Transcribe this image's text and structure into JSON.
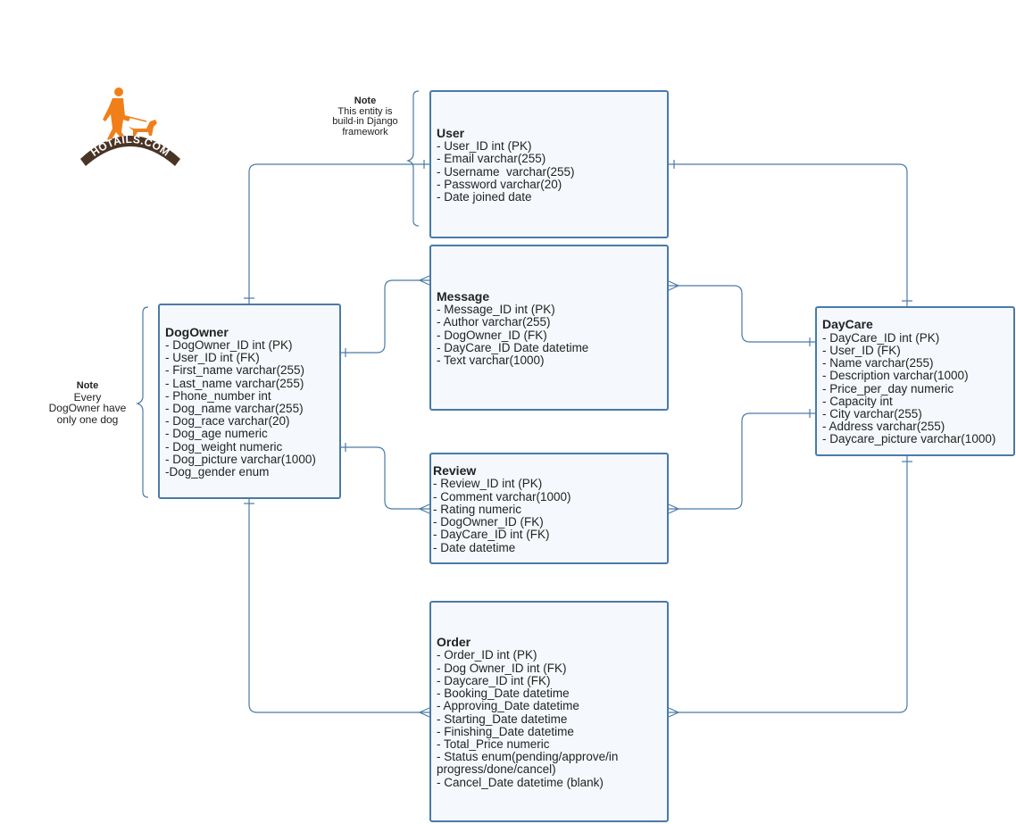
{
  "entities": {
    "user": {
      "name": "User",
      "attrs": [
        "- User_ID int (PK)",
        "- Email varchar(255)",
        "- Username  varchar(255)",
        "- Password varchar(20)",
        "- Date joined date"
      ]
    },
    "message": {
      "name": "Message",
      "attrs": [
        "- Message_ID int (PK)",
        "- Author varchar(255)",
        "- DogOwner_ID (FK)",
        "- DayCare_ID Date datetime",
        "- Text varchar(1000)"
      ]
    },
    "dogowner": {
      "name": "DogOwner",
      "attrs": [
        "- DogOwner_ID int (PK)",
        "- User_ID int (FK)",
        "- First_name varchar(255)",
        "- Last_name varchar(255)",
        "- Phone_number int",
        "- Dog_name varchar(255)",
        "- Dog_race varchar(20)",
        "- Dog_age numeric",
        "- Dog_weight numeric",
        "- Dog_picture varchar(1000)",
        "-Dog_gender enum"
      ]
    },
    "daycare": {
      "name": "DayCare",
      "attrs": [
        "- DayCare_ID int (PK)",
        "- User_ID (FK)",
        "- Name varchar(255)",
        "- Description varchar(1000)",
        "- Price_per_day numeric",
        "- Capacity int",
        "- City varchar(255)",
        "- Address varchar(255)",
        "- Daycare_picture varchar(1000)"
      ]
    },
    "review": {
      "name": "Review",
      "attrs": [
        "- Review_ID int (PK)",
        "- Comment varchar(1000)",
        "- Rating numeric",
        "- DogOwner_ID (FK)",
        "- DayCare_ID int (FK)",
        "- Date datetime"
      ]
    },
    "order": {
      "name": "Order",
      "attrs": [
        "- Order_ID int (PK)",
        "- Dog Owner_ID int (FK)",
        "- Daycare_ID int (FK)",
        "- Booking_Date datetime",
        "- Approving_Date datetime",
        "- Starting_Date datetime",
        "- Finishing_Date datetime",
        "- Total_Price numeric",
        "- Status enum(pending/approve/in progress/done/cancel)",
        "- Cancel_Date datetime (blank)"
      ]
    }
  },
  "notes": {
    "user_note": {
      "title": "Note",
      "lines": [
        "This entity is",
        "build-in Django",
        "framework"
      ]
    },
    "dogowner_note": {
      "title": "Note",
      "lines": [
        "Every",
        "DogOwner have",
        "only one dog"
      ]
    }
  },
  "logo": {
    "text": "HOTAILS.COM",
    "color": "#f07f1a",
    "dark": "#4a3426"
  },
  "colors": {
    "border": "#4a7aa7",
    "fill": "#f5f9fd",
    "line": "#4a7aa7"
  }
}
